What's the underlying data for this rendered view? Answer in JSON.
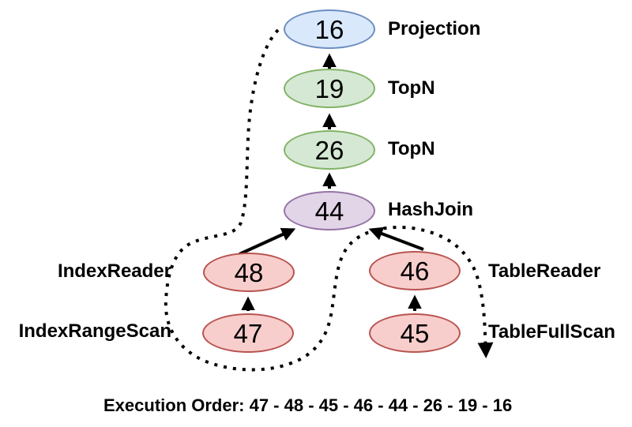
{
  "diagram": {
    "type": "query-execution-plan-tree",
    "colors": {
      "background": "#ffffff",
      "edge": "#000000",
      "execution_path": "#000000",
      "text": "#000000"
    },
    "nodes": [
      {
        "value": "16",
        "label": "Projection",
        "fill": "#dae8fc",
        "stroke": "#6c8ebf"
      },
      {
        "value": "19",
        "label": "TopN",
        "fill": "#d5e8d4",
        "stroke": "#82b366"
      },
      {
        "value": "26",
        "label": "TopN",
        "fill": "#d5e8d4",
        "stroke": "#82b366"
      },
      {
        "value": "44",
        "label": "HashJoin",
        "fill": "#e1d5e7",
        "stroke": "#9673a6"
      },
      {
        "value": "48",
        "label": "IndexReader",
        "fill": "#f8cecc",
        "stroke": "#b85450"
      },
      {
        "value": "47",
        "label": "IndexRangeScan",
        "fill": "#f8cecc",
        "stroke": "#b85450"
      },
      {
        "value": "46",
        "label": "TableReader",
        "fill": "#f8cecc",
        "stroke": "#b85450"
      },
      {
        "value": "45",
        "label": "TableFullScan",
        "fill": "#f8cecc",
        "stroke": "#b85450"
      }
    ],
    "edges": [
      {
        "from": "19",
        "to": "16"
      },
      {
        "from": "26",
        "to": "19"
      },
      {
        "from": "44",
        "to": "26"
      },
      {
        "from": "48",
        "to": "44"
      },
      {
        "from": "46",
        "to": "44"
      },
      {
        "from": "47",
        "to": "48"
      },
      {
        "from": "45",
        "to": "46"
      }
    ],
    "execution_order": {
      "sequence": [
        "47",
        "48",
        "45",
        "46",
        "44",
        "26",
        "19",
        "16"
      ],
      "caption": "Execution Order: 47 - 48 - 45 - 46 - 44 - 26 - 19 - 16"
    }
  }
}
